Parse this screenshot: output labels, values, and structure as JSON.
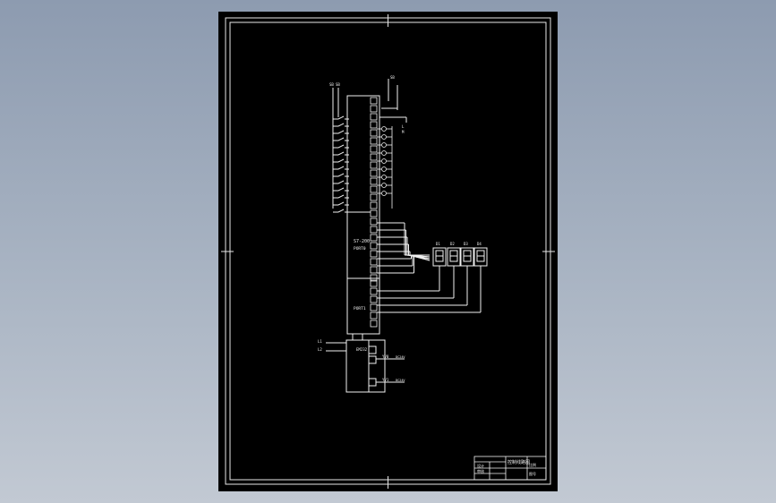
{
  "drawing": {
    "plc_model": "S7-200",
    "port0_label": "PORT0",
    "port1_label": "PORT1",
    "power_label": "L+M",
    "input_left_labels": [
      "SB",
      "SB"
    ],
    "input_top_labels": [
      "SB",
      "L",
      "M"
    ],
    "digit_labels": [
      "D1",
      "D2",
      "D3",
      "D4"
    ],
    "module_label": "EM232",
    "module_in_labels": [
      "L1",
      "L2"
    ],
    "module_out_labels": [
      "YV0",
      "YV1"
    ],
    "module_out_right": [
      "DC24V",
      "DC24V"
    ]
  },
  "title_block": {
    "title": "控制线路图",
    "cells": [
      "设计",
      "审核",
      "比例",
      "图号"
    ]
  }
}
